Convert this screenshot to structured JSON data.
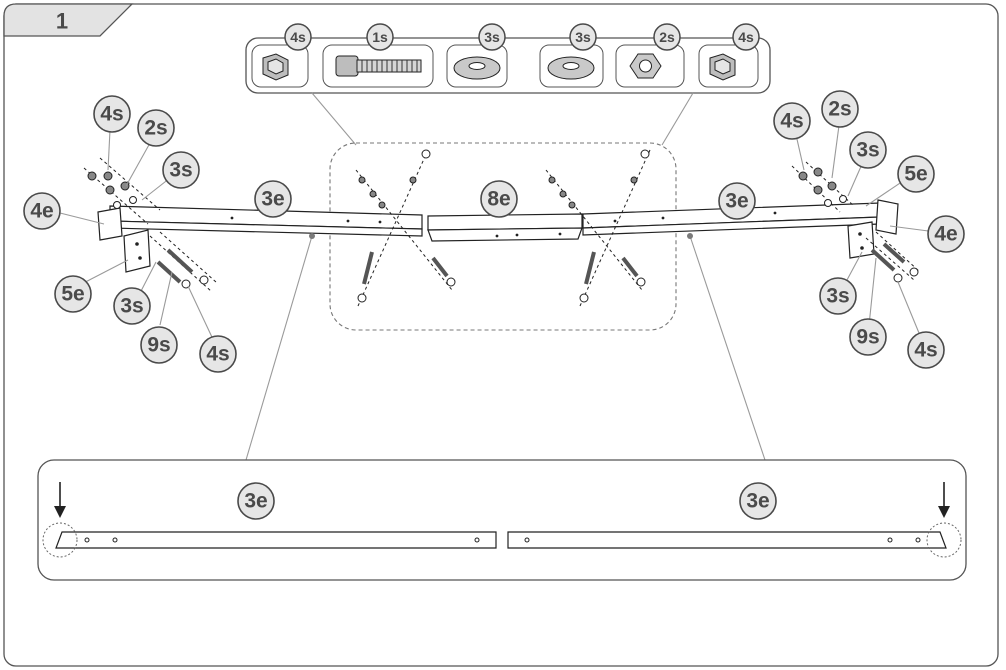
{
  "step": {
    "number": "1"
  },
  "hardware_panel": {
    "items": [
      {
        "id": "4s",
        "icon": "cap-nut-icon"
      },
      {
        "id": "1s",
        "icon": "bolt-icon"
      },
      {
        "id": "3s",
        "icon": "flat-washer-icon"
      },
      {
        "id": "3s",
        "icon": "flat-washer-icon"
      },
      {
        "id": "2s",
        "icon": "hex-nut-icon"
      },
      {
        "id": "4s",
        "icon": "cap-nut-icon"
      }
    ]
  },
  "callouts": {
    "left": [
      "4s",
      "2s",
      "3s",
      "4e",
      "3e",
      "5e",
      "3s",
      "9s",
      "4s"
    ],
    "center": [
      "8e"
    ],
    "right": [
      "4s",
      "2s",
      "3s",
      "5e",
      "3e",
      "4e",
      "3s",
      "9s",
      "4s"
    ]
  },
  "detail_panel": {
    "left_label": "3e",
    "right_label": "3e"
  },
  "colors": {
    "callout_fill": "#e6e6e6",
    "callout_stroke": "#4a4a4a",
    "line": "#222222",
    "leader": "#9a9a9a",
    "dot": "#7a7a7a"
  }
}
